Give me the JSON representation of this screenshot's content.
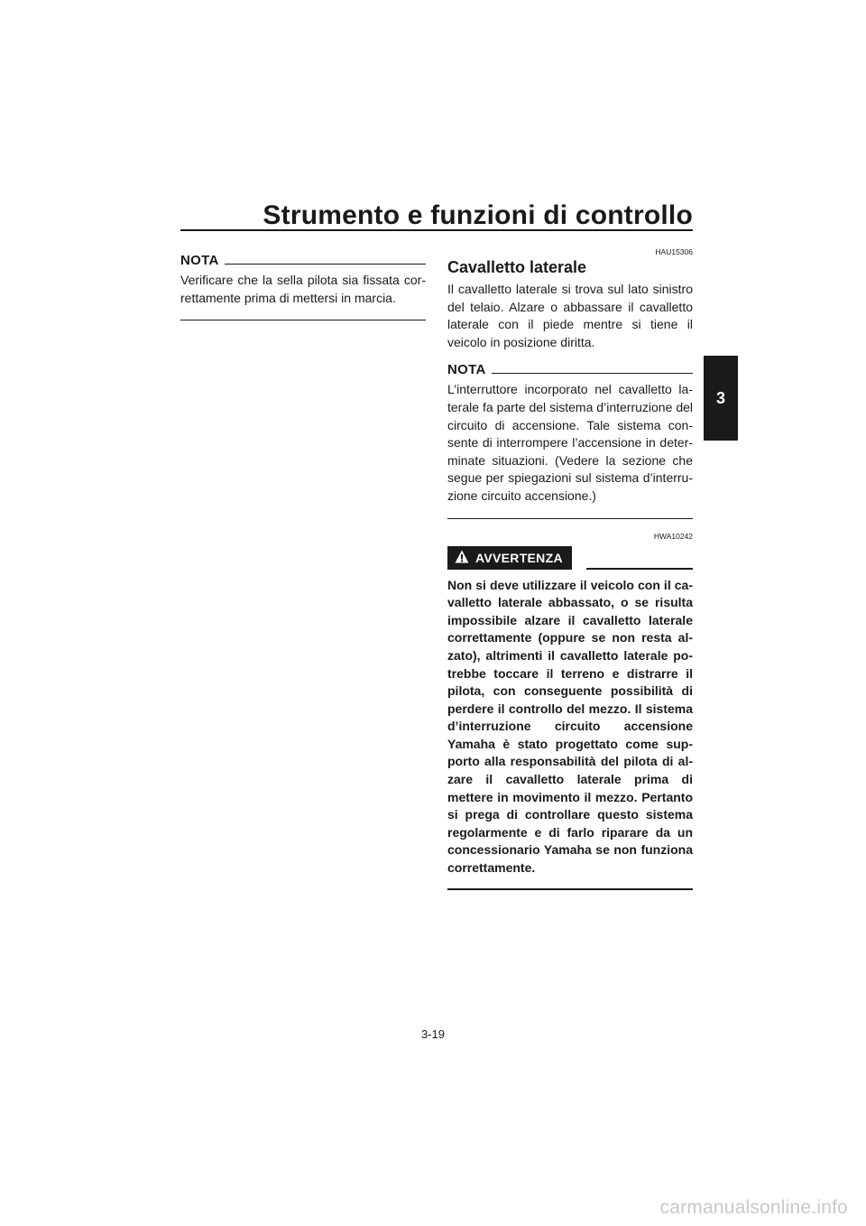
{
  "header": {
    "title": "Strumento e funzioni di controllo",
    "chapter_tab": "3"
  },
  "left": {
    "note_label": "NOTA",
    "note_text": "Verificare che la sella pilota sia fissata cor-rettamente prima di mettersi in marcia."
  },
  "right": {
    "section_code": "HAU15306",
    "section_title": "Cavalletto laterale",
    "section_text": "Il cavalletto laterale si trova sul lato sinistro del telaio. Alzare o abbassare il cavalletto laterale con il piede mentre si tiene il veicolo in posizione diritta.",
    "note_label": "NOTA",
    "note_text": "L’interruttore incorporato nel cavalletto la-terale fa parte del sistema d’interruzione del circuito di accensione. Tale sistema con-sente di interrompere l’accensione in deter-minate situazioni. (Vedere la sezione che segue per spiegazioni sul sistema d’interru-zione circuito accensione.)",
    "warning_code": "HWA10242",
    "warning_label": "AVVERTENZA",
    "warning_icon": "warning-triangle-icon",
    "warning_text": "Non si deve utilizzare il veicolo con il ca-valletto laterale abbassato, o se risulta impossibile alzare il cavalletto laterale correttamente (oppure se non resta al-zato), altrimenti il cavalletto laterale po-trebbe toccare il terreno e distrarre il pilota, con conseguente possibilità di perdere il controllo del mezzo. Il sistema d’interruzione circuito accensione Yamaha è stato progettato come sup-porto alla responsabilità del pilota di al-zare il cavalletto laterale prima di mettere in movimento il mezzo. Pertanto si prega di controllare questo sistema regolarmente e di farlo riparare da un concessionario Yamaha se non funziona correttamente."
  },
  "footer": {
    "page_number": "3-19",
    "watermark": "carmanualsonline.info"
  }
}
